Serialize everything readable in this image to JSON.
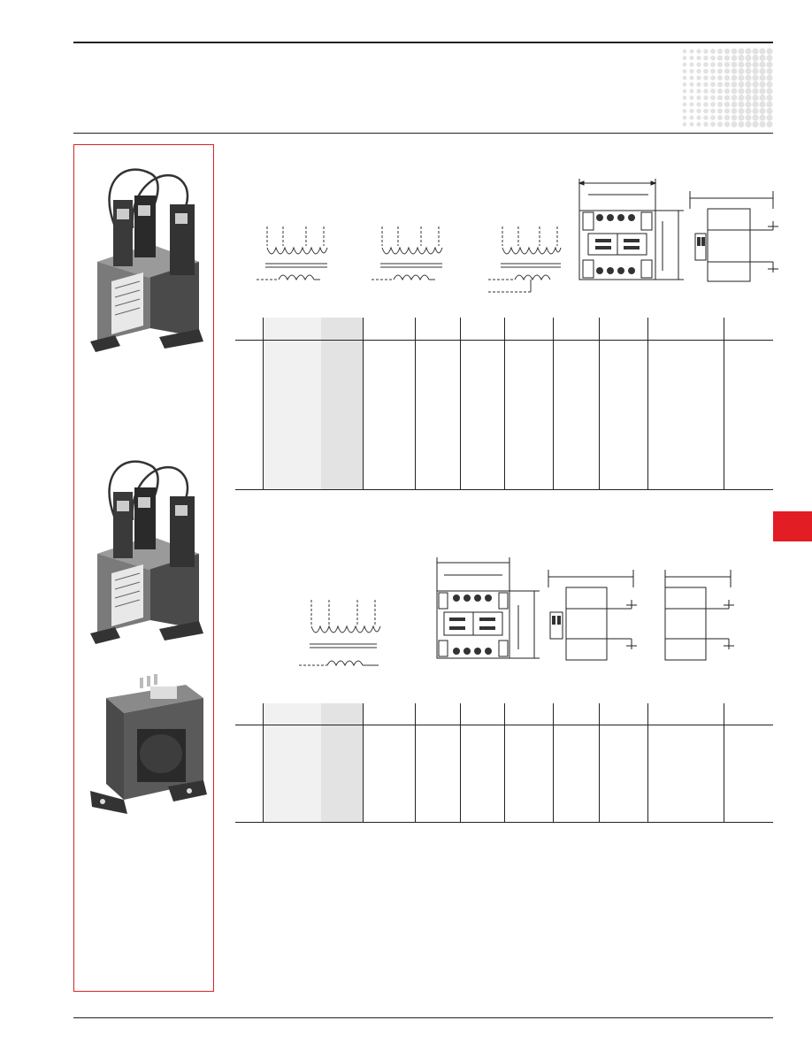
{
  "page": {
    "header_text": "",
    "footer_text": ""
  },
  "colors": {
    "accent_red": "#e21d24",
    "sidebar_border": "#d8232a",
    "shade_light": "#f1f1f1",
    "shade_dark": "#e3e3e3"
  },
  "images": {
    "photo_1": "industrial-control-transformer-with-fuse-block-photo",
    "photo_2": "industrial-control-transformer-with-fuse-block-photo",
    "photo_3": "encapsulated-control-transformer-photo"
  },
  "tables": {
    "top": {
      "columns": 10,
      "rows": 1
    },
    "bottom": {
      "columns": 10,
      "rows": 1
    }
  }
}
